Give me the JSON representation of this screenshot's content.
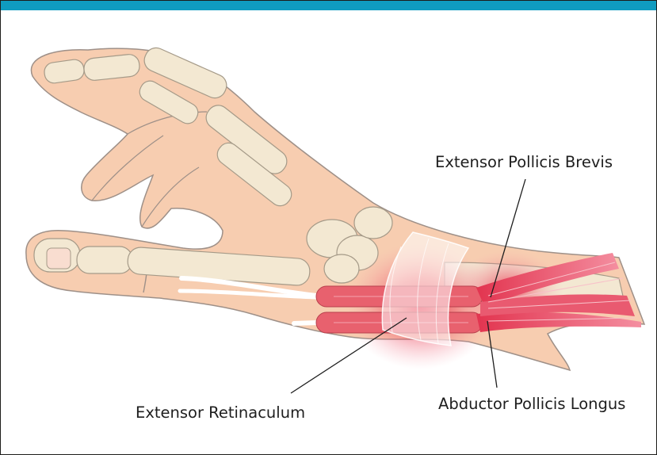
{
  "colors": {
    "header_bar": "#0f9cc0",
    "skin": "#f7cdb0",
    "skin_outline": "#9e9088",
    "bone": "#f3e8d2",
    "tendon": "#e8616e",
    "inflammation": "#e51a3a",
    "label_text": "#1e1e1e"
  },
  "labels": {
    "extensor_pollicis_brevis": "Extensor Pollicis Brevis",
    "abductor_pollicis_longus": "Abductor Pollicis Longus",
    "extensor_retinaculum": "Extensor Retinaculum"
  }
}
